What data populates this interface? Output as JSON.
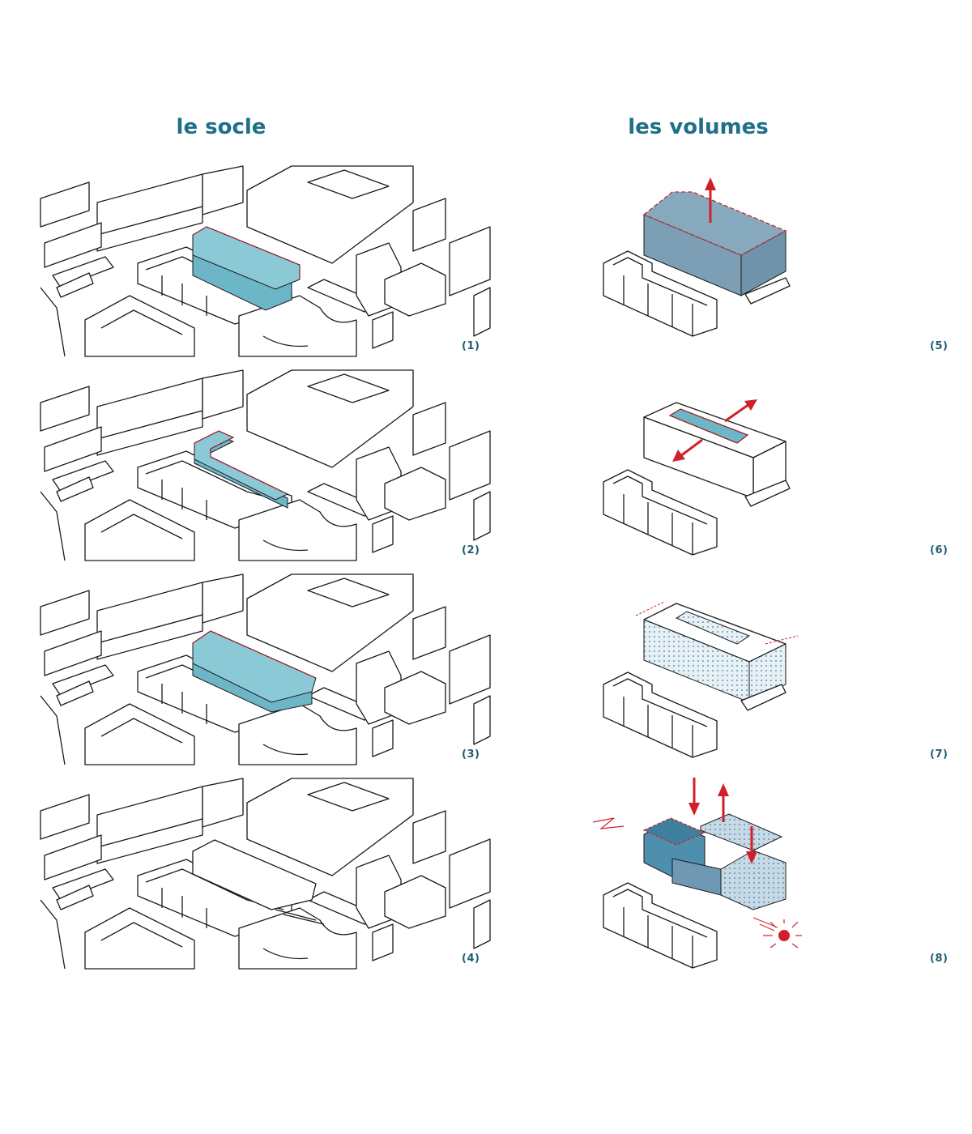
{
  "headings": {
    "left": "le socle",
    "right": "les volumes"
  },
  "panels": {
    "p1": "(1)",
    "p2": "(2)",
    "p3": "(3)",
    "p4": "(4)",
    "p5": "(5)",
    "p6": "(6)",
    "p7": "(7)",
    "p8": "(8)"
  },
  "colors": {
    "heading": "#1f6f86",
    "highlight_fill": "#6db6c8",
    "volume_fill": "#7d9fb5",
    "accent_red": "#d0202b"
  }
}
